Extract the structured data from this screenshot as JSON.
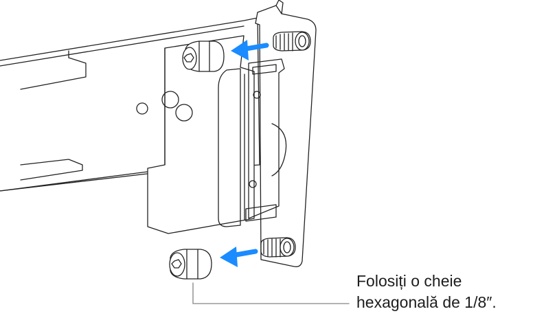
{
  "callout": {
    "line1": "Folosiți o cheie",
    "line2": "hexagonală de 1/8″."
  },
  "colors": {
    "arrow": "#1a8cff",
    "outline": "#222222",
    "leader_line": "#9a9a9a",
    "text": "#1d1d1f"
  },
  "icons": {
    "screw_anchor": "hex-socket-cap-screw",
    "arrow": "left-arrow"
  }
}
